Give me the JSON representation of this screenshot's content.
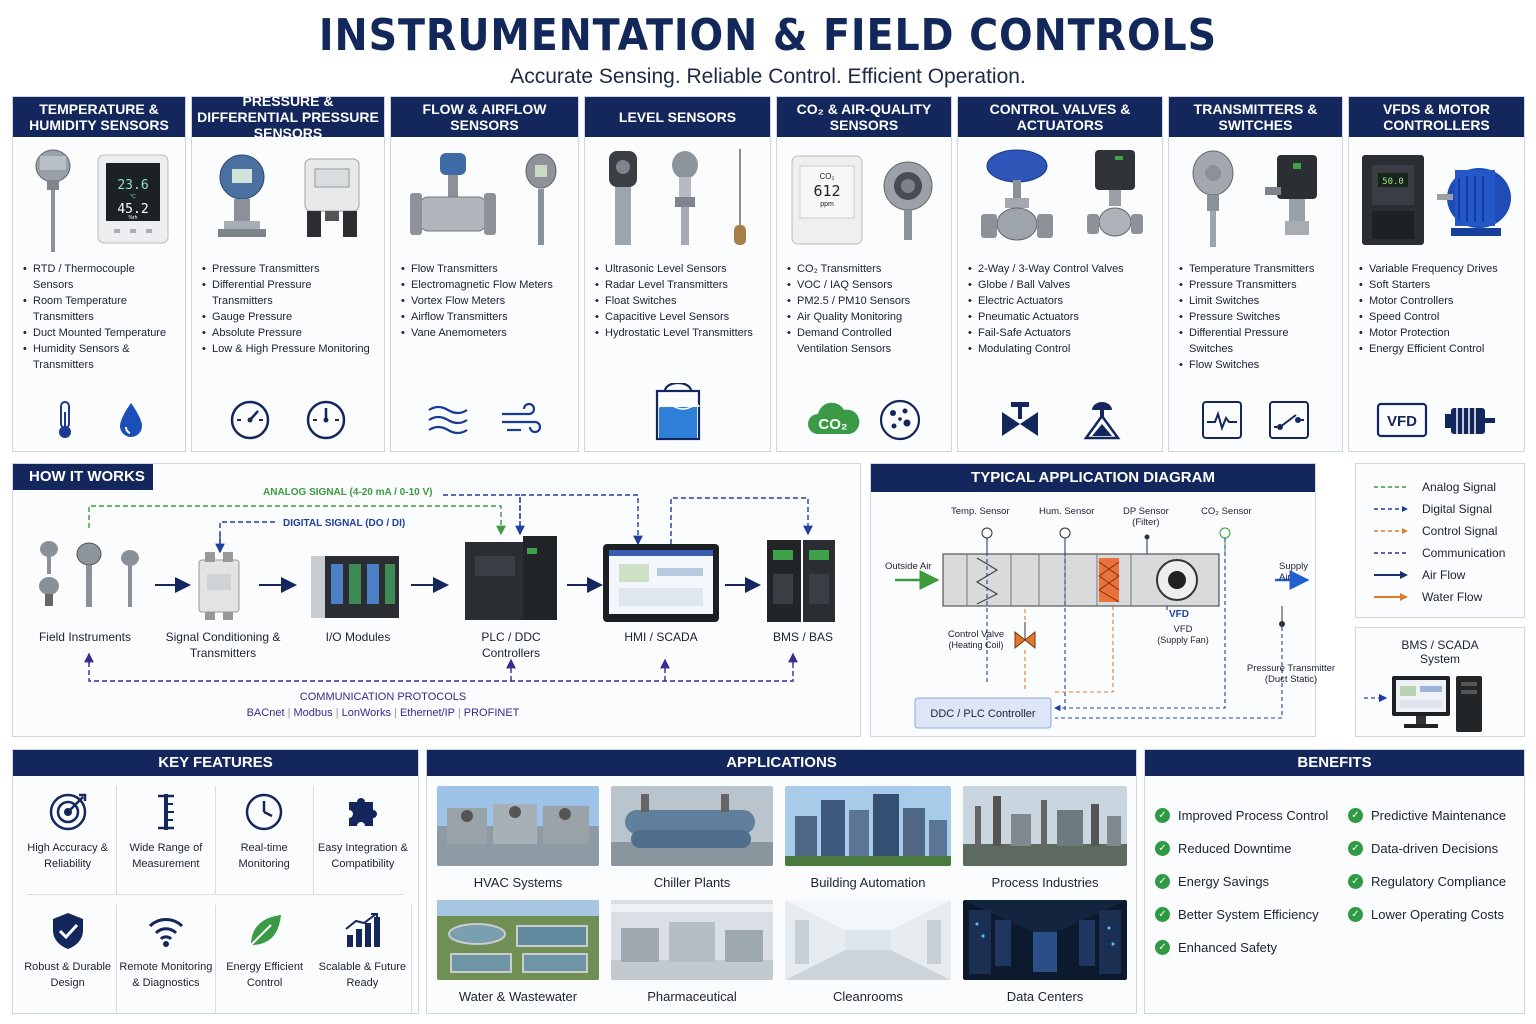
{
  "header": {
    "title": "INSTRUMENTATION & FIELD CONTROLS",
    "subtitle": "Accurate Sensing. Reliable Control. Efficient Operation."
  },
  "categories": [
    {
      "title": "TEMPERATURE & HUMIDITY SENSORS",
      "items": [
        "RTD / Thermocouple Sensors",
        "Room Temperature Transmitters",
        "Duct Mounted Temperature",
        "Humidity Sensors & Transmitters"
      ],
      "display_temp": "23.6",
      "display_unit_temp": "°C",
      "display_hum": "45.2",
      "display_unit_hum": "%rh",
      "icons": [
        "thermometer-icon",
        "water-drop-icon"
      ]
    },
    {
      "title": "PRESSURE & DIFFERENTIAL PRESSURE SENSORS",
      "items": [
        "Pressure Transmitters",
        "Differential Pressure Transmitters",
        "Gauge Pressure",
        "Absolute Pressure",
        "Low & High Pressure Monitoring"
      ],
      "icons": [
        "pressure-gauge-icon",
        "pressure-gauge-icon"
      ]
    },
    {
      "title": "FLOW & AIRFLOW SENSORS",
      "items": [
        "Flow Transmitters",
        "Electromagnetic Flow Meters",
        "Vortex Flow Meters",
        "Airflow Transmitters",
        "Vane Anemometers"
      ],
      "icons": [
        "flow-waves-icon",
        "wind-icon"
      ]
    },
    {
      "title": "LEVEL SENSORS",
      "items": [
        "Ultrasonic Level Sensors",
        "Radar Level Transmitters",
        "Float Switches",
        "Capacitive Level Sensors",
        "Hydrostatic Level Transmitters"
      ],
      "icons": [
        "tank-level-icon"
      ]
    },
    {
      "title": "CO₂ & AIR-QUALITY SENSORS",
      "items": [
        "CO₂ Transmitters",
        "VOC / IAQ Sensors",
        "PM2.5 / PM10 Sensors",
        "Air Quality Monitoring",
        "Demand Controlled Ventilation Sensors"
      ],
      "display_label": "CO₂",
      "display_value": "612",
      "display_unit": "ppm",
      "icons": [
        "co2-cloud-icon",
        "particles-icon"
      ],
      "icon_text": "CO₂"
    },
    {
      "title": "CONTROL VALVES & ACTUATORS",
      "items": [
        "2-Way / 3-Way Control Valves",
        "Globe / Ball Valves",
        "Electric Actuators",
        "Pneumatic Actuators",
        "Fail-Safe Actuators",
        "Modulating Control"
      ],
      "icons": [
        "valve-icon",
        "actuator-icon"
      ]
    },
    {
      "title": "TRANSMITTERS & SWITCHES",
      "items": [
        "Temperature Transmitters",
        "Pressure Transmitters",
        "Limit Switches",
        "Pressure Switches",
        "Differential Pressure Switches",
        "Flow Switches"
      ],
      "icons": [
        "signal-monitor-icon",
        "switch-icon"
      ]
    },
    {
      "title": "VFDS & MOTOR CONTROLLERS",
      "items": [
        "Variable Frequency Drives",
        "Soft Starters",
        "Motor Controllers",
        "Speed Control",
        "Motor Protection",
        "Energy Efficient Control"
      ],
      "display_value": "50.0",
      "icons": [
        "vfd-icon",
        "motor-icon"
      ],
      "icon_text": "VFD"
    }
  ],
  "how_it_works": {
    "title": "HOW IT WORKS",
    "analog_label": "ANALOG SIGNAL (4-20 mA / 0-10 V)",
    "digital_label": "DIGITAL SIGNAL (DO / DI)",
    "nodes": [
      "Field Instruments",
      "Signal Conditioning & Transmitters",
      "I/O Modules",
      "PLC / DDC Controllers",
      "HMI / SCADA",
      "BMS / BAS"
    ],
    "protocols_title": "COMMUNICATION PROTOCOLS",
    "protocols": [
      "BACnet",
      "Modbus",
      "LonWorks",
      "Ethernet/IP",
      "PROFINET"
    ]
  },
  "application_diagram": {
    "title": "TYPICAL APPLICATION DIAGRAM",
    "labels": {
      "temp_sensor": "Temp. Sensor",
      "hum_sensor": "Hum. Sensor",
      "dp_sensor": "DP Sensor",
      "dp_filter": "(Filter)",
      "co2_sensor": "CO₂ Sensor",
      "outside_air": "Outside Air",
      "supply_air": "Supply Air",
      "vfd": "VFD",
      "vfd2": "VFD",
      "supply_fan": "(Supply Fan)",
      "control_valve": "Control Valve",
      "heating_coil": "(Heating Coil)",
      "pressure_transmitter": "Pressure Transmitter",
      "duct_static": "(Duct Static)",
      "controller": "DDC / PLC Controller"
    }
  },
  "legend": [
    {
      "label": "Analog Signal",
      "color": "#3d9a3d",
      "style": "dashed"
    },
    {
      "label": "Digital Signal",
      "color": "#1f3fa0",
      "style": "dashed"
    },
    {
      "label": "Control Signal",
      "color": "#e07a2a",
      "style": "dashed"
    },
    {
      "label": "Communication",
      "color": "#3a2a8f",
      "style": "dashed"
    },
    {
      "label": "Air Flow",
      "color": "#1a2f6e",
      "style": "arrow"
    },
    {
      "label": "Water Flow",
      "color": "#e07a2a",
      "style": "arrow"
    }
  ],
  "bms_system": {
    "line1": "BMS / SCADA",
    "line2": "System"
  },
  "key_features": {
    "title": "KEY FEATURES",
    "items": [
      {
        "label": "High Accuracy & Reliability",
        "icon": "target-icon"
      },
      {
        "label": "Wide Range of Measurement",
        "icon": "ruler-icon"
      },
      {
        "label": "Real-time Monitoring",
        "icon": "clock-icon"
      },
      {
        "label": "Easy Integration & Compatibility",
        "icon": "puzzle-icon"
      },
      {
        "label": "Robust & Durable Design",
        "icon": "shield-check-icon"
      },
      {
        "label": "Remote Monitoring & Diagnostics",
        "icon": "wifi-icon"
      },
      {
        "label": "Energy Efficient Control",
        "icon": "leaf-icon"
      },
      {
        "label": "Scalable & Future Ready",
        "icon": "growth-chart-icon"
      }
    ]
  },
  "applications": {
    "title": "APPLICATIONS",
    "items": [
      "HVAC Systems",
      "Chiller Plants",
      "Building Automation",
      "Process Industries",
      "Water & Wastewater",
      "Pharmaceutical",
      "Cleanrooms",
      "Data Centers"
    ]
  },
  "benefits": {
    "title": "BENEFITS",
    "left": [
      "Improved Process Control",
      "Reduced Downtime",
      "Energy Savings",
      "Better System Efficiency",
      "Enhanced Safety"
    ],
    "right": [
      "Predictive Maintenance",
      "Data-driven Decisions",
      "Regulatory Compliance",
      "Lower Operating Costs"
    ]
  },
  "colors": {
    "navy": "#14275c",
    "green": "#2f9a43",
    "analog": "#3d9a3d",
    "digital": "#1f3fa0",
    "control": "#e07a2a",
    "comm": "#3a2a8f"
  }
}
